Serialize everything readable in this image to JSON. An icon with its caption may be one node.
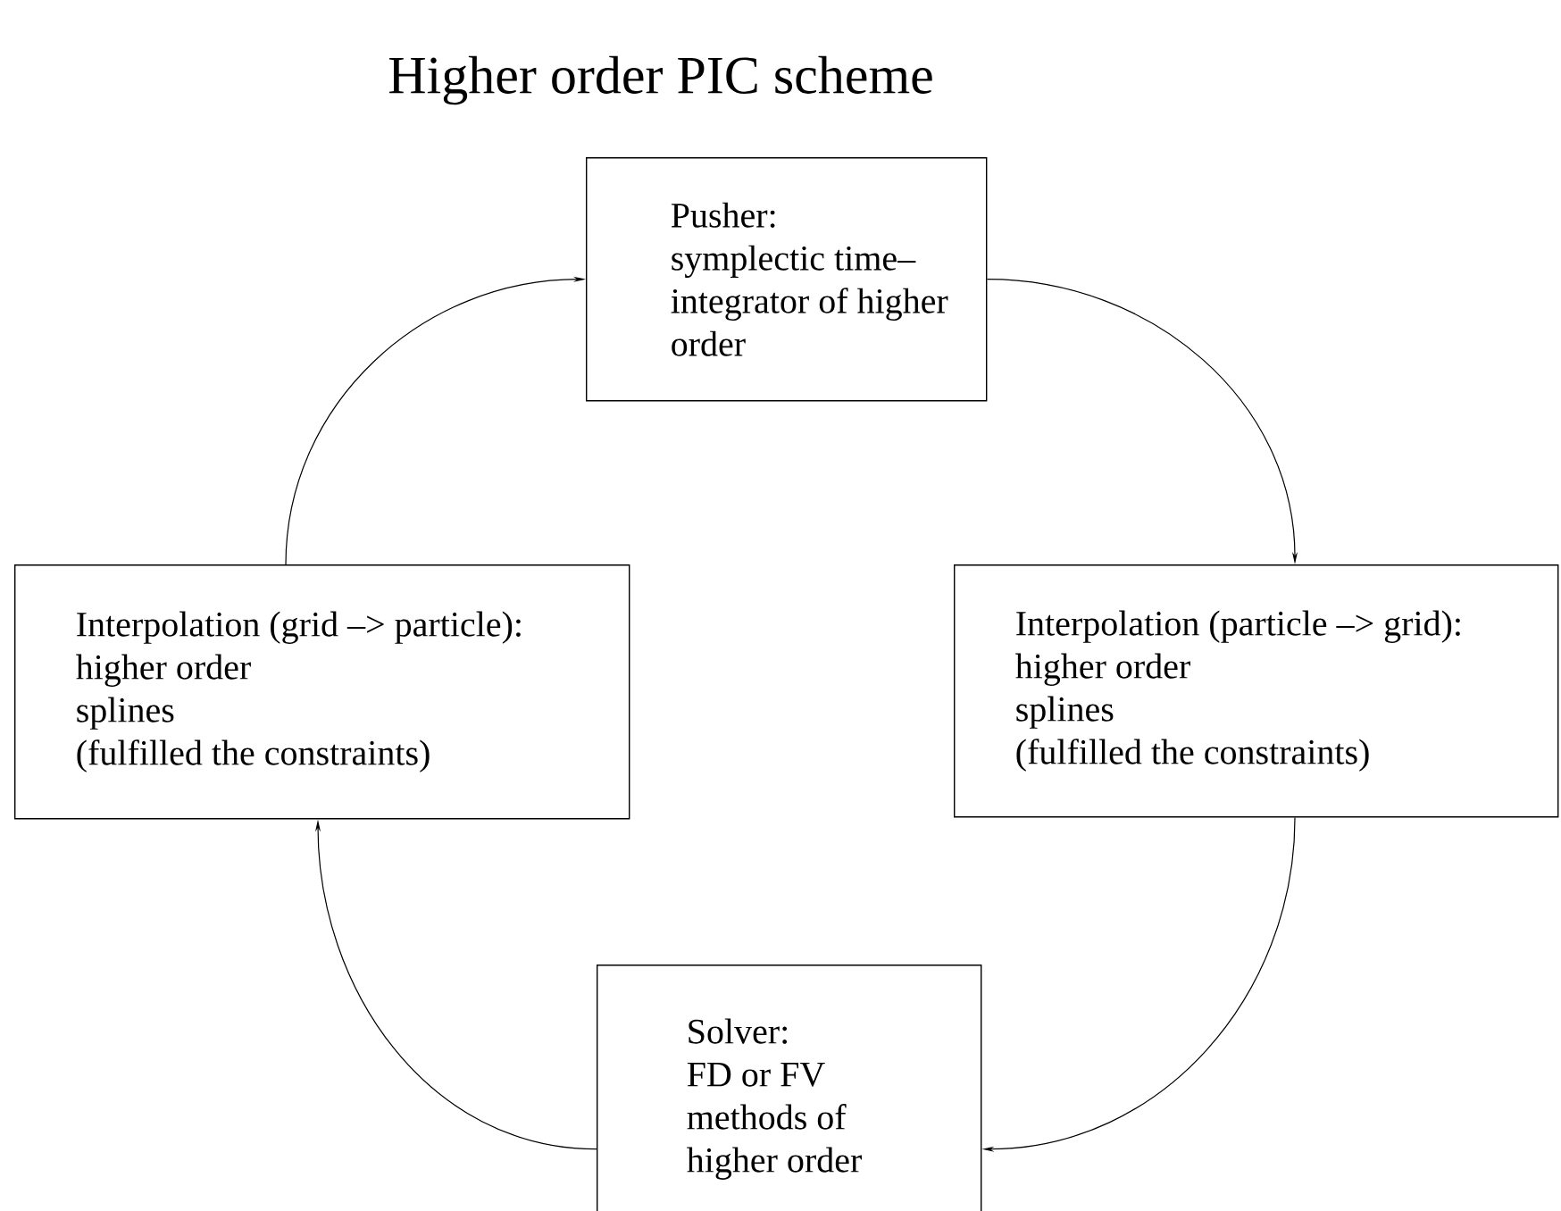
{
  "diagram": {
    "title": "Higher order PIC scheme",
    "nodes": [
      {
        "text": [
          "Pusher:",
          "symplectic time– integrator of higher order"
        ]
      },
      {
        "text": [
          "Interpolation (grid –> particle):",
          "higher order",
          "splines",
          "(fulfilled the constraints)"
        ]
      },
      {
        "text": [
          "Interpolation (particle –> grid):",
          "higher order",
          "splines",
          "(fulfilled the constraints)"
        ]
      },
      {
        "text": [
          "Solver:",
          "FD or FV methods of higher order"
        ]
      }
    ],
    "edges": [
      {
        "from": 1,
        "to": 0,
        "arrow": "to"
      },
      {
        "from": 0,
        "to": 2,
        "arrow": "to"
      },
      {
        "from": 2,
        "to": 3,
        "arrow": "to"
      },
      {
        "from": 3,
        "to": 1,
        "arrow": "to"
      }
    ]
  }
}
